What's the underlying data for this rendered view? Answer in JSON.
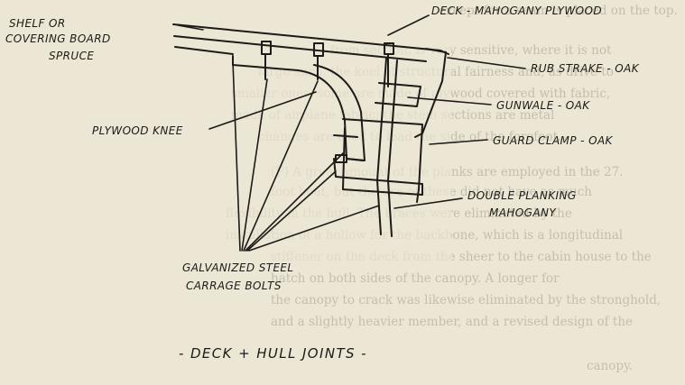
{
  "labels": {
    "shelf": [
      "SHELF OR",
      "COVERING BOARD",
      "SPRUCE"
    ],
    "deck": "DECK - MAHOGANY PLYWOOD",
    "rub_strake": "RUB STRAKE - OAK",
    "gunwale": "GUNWALE - OAK",
    "plywood_knee": "PLYWOOD KNEE",
    "guard_clamp": "GUARD CLAMP - OAK",
    "double_planking": [
      "DOUBLE PLANKING",
      "MAHOGANY"
    ],
    "bolts": [
      "GALVANIZED STEEL",
      "CARRAGE BOLTS"
    ]
  },
  "caption": "-  DECK + HULL JOINTS  -",
  "background_text": [
    "except for a seam is placed on the top.",
    "from section, is very sensitive, where it is not",
    "large such, the keel of structural fairness and, as drive to",
    "smaller ones, some are made of plywood covered with fabric,",
    "made of airplane fabric; the stem sections are metal",
    "changes are used to lead the side of the forefoot.",
    "(F)  A great amount of the planks are employed in the 27.",
    "foot boat, but the use of these did not have as much",
    "flexibility in the hull.   The braces were eliminated by the",
    "installation of a hollow for the backbone, which is a longitudinal",
    "stiffener on the deck from the sheer to the cabin house to the",
    "hatch on both sides of the canopy.  A longer for",
    "the canopy to crack was likewise eliminated by the stronghold,",
    "and a slightly heavier member, and a revised design of the",
    "canopy."
  ]
}
